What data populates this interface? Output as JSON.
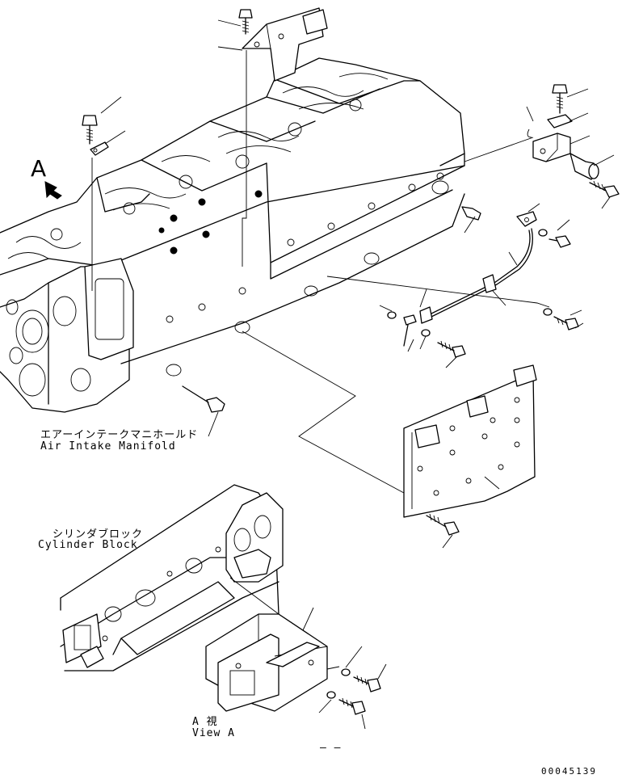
{
  "labels": {
    "view_marker": "A",
    "air_intake_manifold_jp": "エアーインテークマニホールド",
    "air_intake_manifold_en": "Air Intake Manifold",
    "cylinder_block_jp": "シリンダブロック",
    "cylinder_block_en": "Cylinder Block",
    "view_a_jp": "A 視",
    "view_a_en": "View A",
    "dash": "— —",
    "drawing_id": "00045139"
  },
  "icons": {
    "view_arrow": "view-direction-arrow-icon"
  }
}
